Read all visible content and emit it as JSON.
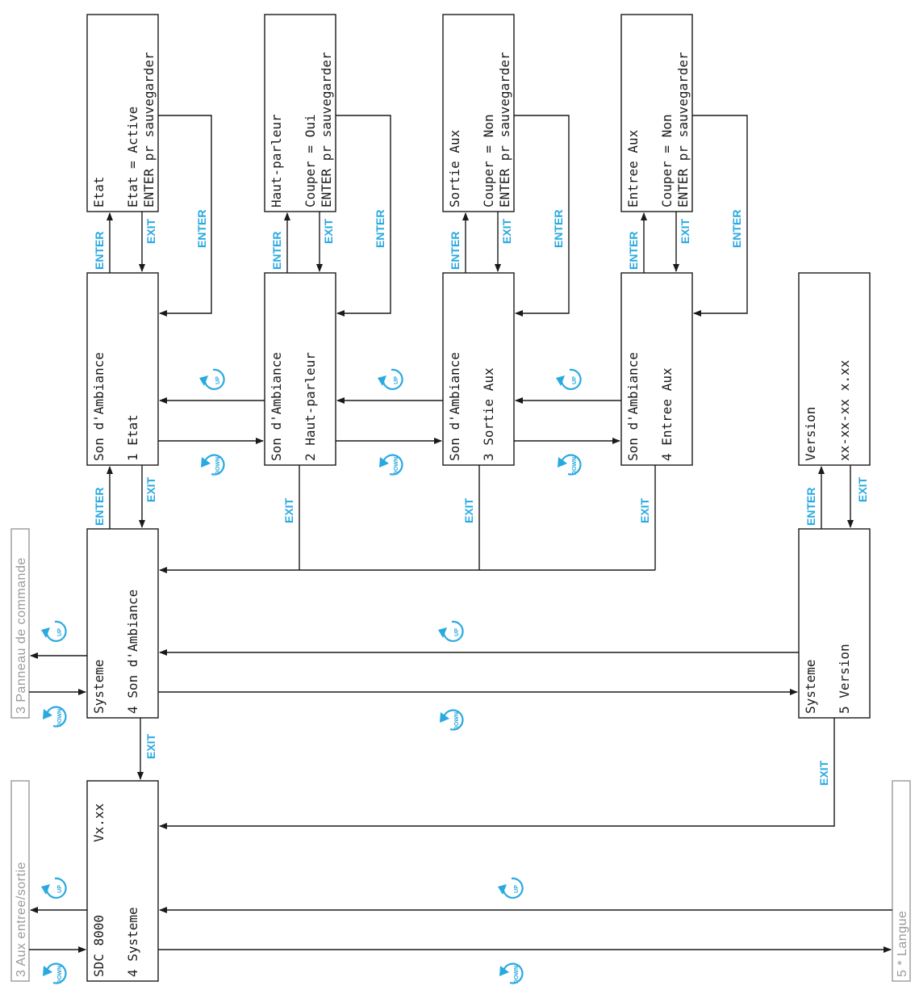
{
  "colors": {
    "key": "#29a9e0",
    "line": "#1a1a1a",
    "neighbor": "#9a9a9a"
  },
  "screens": {
    "sdc": {
      "line1": "SDC 8000",
      "line1b": "Vx.xx",
      "line2": "4 Systeme"
    },
    "systeme": {
      "line1": "Systeme",
      "line2": "4 Son d'Ambiance"
    },
    "version_menu": {
      "line1": "Systeme",
      "line2": "5 Version"
    },
    "version": {
      "line1": "Version",
      "line2": "xx-xx-xx x.xx"
    },
    "sub": [
      {
        "line1": "Son d'Ambiance",
        "line2": "1 Etat"
      },
      {
        "line1": "Son d'Ambiance",
        "line2": "2 Haut-parleur"
      },
      {
        "line1": "Son d'Ambiance",
        "line2": "3 Sortie Aux"
      },
      {
        "line1": "Son d'Ambiance",
        "line2": "4 Entree Aux"
      }
    ],
    "detail": [
      {
        "line1": "Etat",
        "line2": "Etat = Active",
        "line3": "ENTER pr sauvegarder"
      },
      {
        "line1": "Haut-parleur",
        "line2": "Couper = Oui",
        "line3": "ENTER pr sauvegarder"
      },
      {
        "line1": "Sortie Aux",
        "line2": "Couper = Non",
        "line3": "ENTER pr sauvegarder"
      },
      {
        "line1": "Entree Aux",
        "line2": "Couper = Non",
        "line3": "ENTER pr sauvegarder"
      }
    ]
  },
  "neighbors": {
    "panneau": "3 Panneau de commande",
    "aux": "3 Aux entree/sortie",
    "langue": "5 * Langue"
  },
  "keys": {
    "enter": "ENTER",
    "exit": "EXIT",
    "up": "UP",
    "down": "DOWN"
  }
}
